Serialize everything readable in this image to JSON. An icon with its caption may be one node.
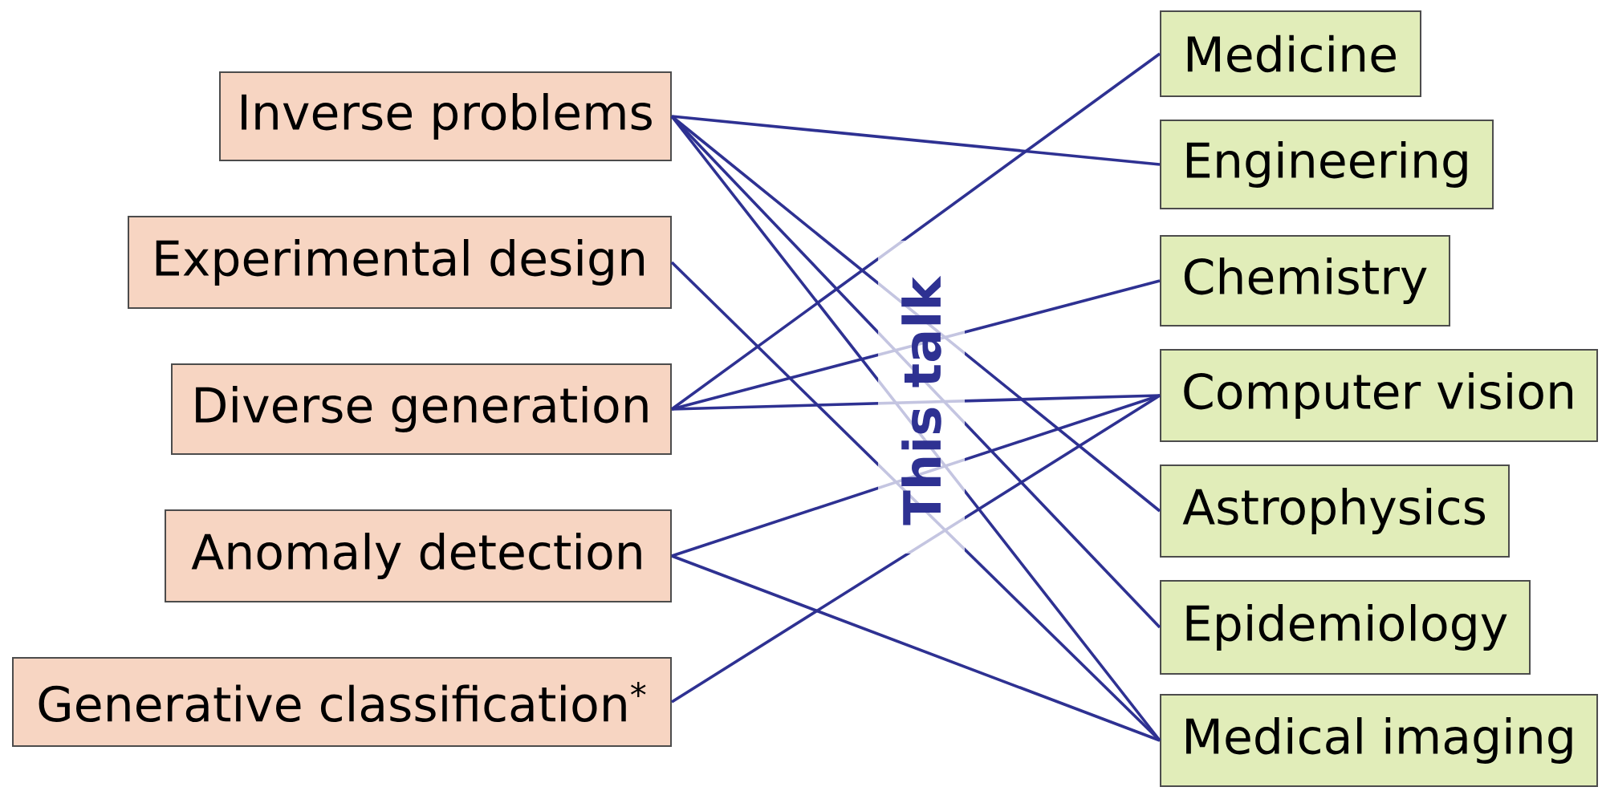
{
  "diagram": {
    "nodes": [
      {
        "text": [
          "Inverse problems"
        ]
      },
      {
        "text": [
          "Experimental design"
        ]
      },
      {
        "text": [
          "Diverse generation"
        ]
      },
      {
        "text": [
          "Anomaly detection"
        ]
      },
      {
        "text": [
          "Generative classification$^{*}$"
        ]
      },
      {
        "text": [
          "Medicine"
        ]
      },
      {
        "text": [
          "Engineering"
        ]
      },
      {
        "text": [
          "Chemistry"
        ]
      },
      {
        "text": [
          "Computer vision"
        ]
      },
      {
        "text": [
          "Astrophysics"
        ]
      },
      {
        "text": [
          "Epidemiology"
        ]
      },
      {
        "text": [
          "Medical imaging"
        ]
      }
    ],
    "edges": [
      {
        "from": 0,
        "to": 6,
        "arrow": "none"
      },
      {
        "from": 0,
        "to": 9,
        "arrow": "none"
      },
      {
        "from": 0,
        "to": 10,
        "arrow": "none"
      },
      {
        "from": 0,
        "to": 11,
        "arrow": "none"
      },
      {
        "from": 1,
        "to": 11,
        "arrow": "none"
      },
      {
        "from": 2,
        "to": 5,
        "arrow": "none"
      },
      {
        "from": 2,
        "to": 7,
        "arrow": "none"
      },
      {
        "from": 2,
        "to": 8,
        "arrow": "none"
      },
      {
        "from": 3,
        "to": 8,
        "arrow": "none"
      },
      {
        "from": 3,
        "to": 11,
        "arrow": "none"
      },
      {
        "from": 4,
        "to": 8,
        "arrow": "none"
      }
    ],
    "labels": [
      "This talk"
    ]
  }
}
